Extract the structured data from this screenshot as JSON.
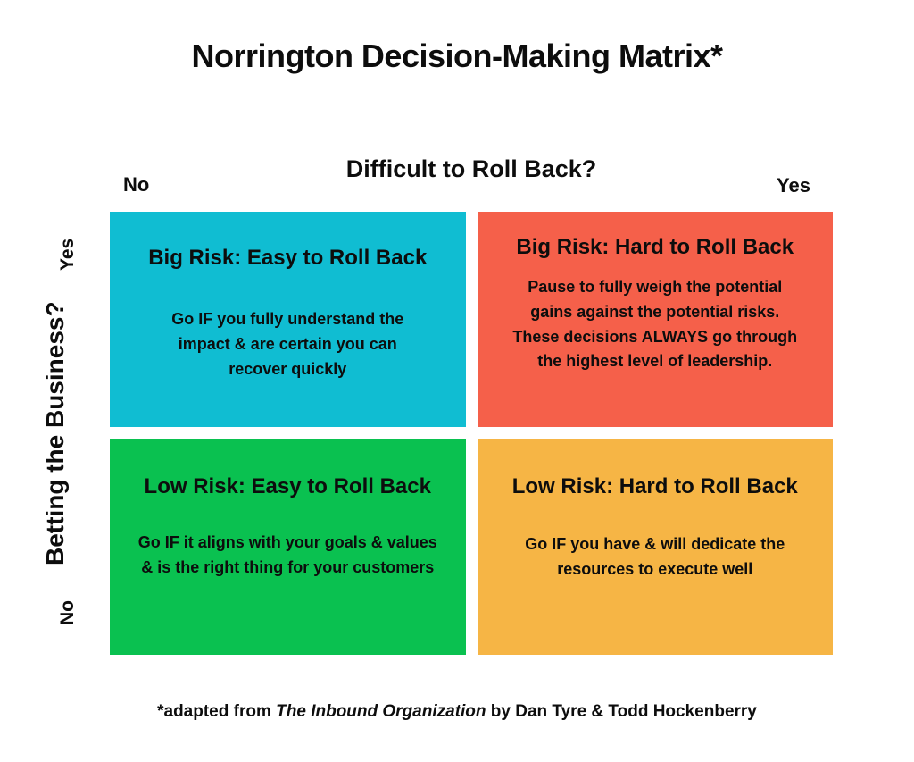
{
  "title": "Norrington Decision-Making Matrix*",
  "x_axis": {
    "label": "Difficult to Roll Back?",
    "left_value": "No",
    "right_value": "Yes"
  },
  "y_axis": {
    "label": "Betting the Business?",
    "top_value": "Yes",
    "bottom_value": "No"
  },
  "quadrants": [
    {
      "heading": "Big Risk: Easy to Roll Back",
      "body": "Go IF you fully understand the impact & are certain you can recover quickly",
      "color": "#10bdd2"
    },
    {
      "heading": "Big Risk: Hard to Roll Back",
      "body": "Pause to fully weigh the potential gains against the potential risks. These decisions ALWAYS go through the highest level of leadership.",
      "color": "#f5604a"
    },
    {
      "heading": "Low Risk: Easy to Roll Back",
      "body": "Go IF it aligns with your goals & values & is the right thing for your customers",
      "color": "#0ac150"
    },
    {
      "heading": "Low Risk: Hard to Roll Back",
      "body": "Go IF you have & will dedicate the resources to execute well",
      "color": "#f6b545"
    }
  ],
  "footer": {
    "prefix": "*adapted from ",
    "book_title": "The Inbound Organization",
    "suffix": " by Dan Tyre & Todd Hockenberry"
  },
  "colors": {
    "background": "#ffffff",
    "text": "#0d0d0d"
  }
}
